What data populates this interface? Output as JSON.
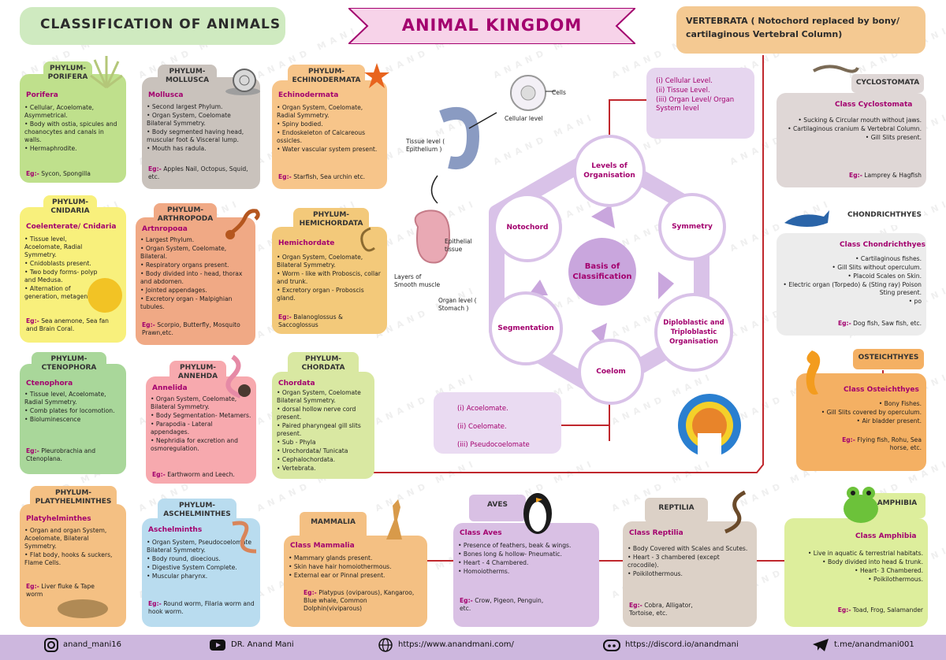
{
  "header": {
    "left": "CLASSIFICATION OF ANIMALS",
    "title": "ANIMAL KINGDOM",
    "right": "VERTEBRATA ( Notochord replaced by bony/ cartilaginous Vertebral Column)"
  },
  "watermark": "ANAND MANI",
  "phyla": {
    "porifera": {
      "tab": "PHYLUM- PORIFERA",
      "title": "Porifera",
      "items": [
        "Cellular, Acoelomate, Asymmetrical.",
        "Body with ostia, spicules and choanocytes and canals in walls.",
        "Hermaphrodite."
      ],
      "eg": "Sycon, Spongilla"
    },
    "mollusca": {
      "tab": "PHYLUM- MOLLUSCA",
      "title": "Mollusca",
      "items": [
        "Second largest Phylum.",
        "Organ System, Coelomate Bilateral Symmetry.",
        "Body segmented having head, muscular foot & Visceral lump.",
        "Mouth has radula."
      ],
      "eg": "Apples Nail, Octopus, Squid, etc."
    },
    "echinodermata": {
      "tab": "PHYLUM- ECHINODERMATA",
      "title": "Echinodermata",
      "items": [
        "Organ System, Coelomate, Radial Symmetry.",
        "Spiny bodied.",
        "Endoskeleton of Calcareous ossicles.",
        "Water vascular system present."
      ],
      "eg": "Starfish, Sea urchin etc."
    },
    "cnidaria": {
      "tab": "PHYLUM- CNIDARIA",
      "title": "Coelenterate/ Cnidaria",
      "items": [
        "Tissue level, Acoelomate, Radial Symmetry.",
        "Cnidoblasts present.",
        "Two body forms- polyp and Medusa.",
        "Alternation of generation, metagenesis."
      ],
      "eg": "Sea anemone, Sea fan and Brain Coral."
    },
    "arthropoda": {
      "tab": "PHYLUM- ARTHROPODA",
      "title": "Arthropoda",
      "items": [
        "Largest Phylum.",
        "Organ System, Coelomate, Bilateral.",
        "Respiratory organs present.",
        "Body divided into - head, thorax and abdomen.",
        "Jointed appendages.",
        "Excretory organ - Malpighian tubules."
      ],
      "eg": "Scorpio, Butterfly, Mosquito Prawn,etc."
    },
    "hemichordata": {
      "tab": "PHYLUM- HEMICHORDATA",
      "title": "Hemichordate",
      "items": [
        "Organ System, Coelomate, Bilateral Symmetry.",
        "Worm - like with Proboscis, collar and trunk.",
        "Excretory organ - Proboscis gland."
      ],
      "eg": "Balanoglossus & Saccoglossus"
    },
    "ctenophora": {
      "tab": "PHYLUM- CTENOPHORA",
      "title": "Ctenophora",
      "items": [
        "Tissue level, Acoelomate, Radial Symmetry.",
        "Comb plates for locomotion.",
        "Bioluminescence"
      ],
      "eg": "Pleurobrachia and Ctenoplana."
    },
    "annelida": {
      "tab": "PHYLUM- ANNEHDA",
      "title": "Annelida",
      "items": [
        "Organ System, Coelomate, Bilateral Symmetry.",
        "Body Segmentation- Metamers.",
        "Parapodia - Lateral appendages.",
        "Nephridia for excretion and osmoregulation."
      ],
      "eg": "Earthworm and Leech."
    },
    "chordata": {
      "tab": "PHYLUM- CHORDATA",
      "title": "Chordata",
      "items": [
        "Organ System, Coelomate Bilateral Symmetry.",
        "dorsal hollow nerve cord present.",
        "Paired pharyngeal gill slits present.",
        "Sub - Phyla",
        "Urochordata/ Tunicata",
        "Cephalochordata.",
        "Vertebrata."
      ],
      "eg": ""
    },
    "platyhelminthes": {
      "tab": "PHYLUM- PLATYHELMINTHES",
      "title": "Platyhelminthes",
      "items": [
        "Organ and organ System, Acoelomate, Bilateral Symmetry.",
        "Flat body, hooks & suckers, Flame Cells."
      ],
      "eg": "Liver fluke & Tape worm"
    },
    "aschelminthes": {
      "tab": "PHYLUM- ASCHELMINTHES",
      "title": "Aschelminths",
      "items": [
        "Organ System, Pseudocoelomate Bilateral Symmetry.",
        "Body round, dioecious.",
        "Digestive System Complete.",
        "Muscular pharynx."
      ],
      "eg": "Round worm, Filaria worm and hook worm."
    }
  },
  "classes": {
    "mammalia": {
      "tab": "MAMMALIA",
      "title": "Class Mammalia",
      "items": [
        "Mammary glands present.",
        "Skin have hair homoiothermous.",
        "External ear or Pinnal present."
      ],
      "eg": "Platypus (oviparous), Kangaroo, Blue whale, Common Dolphin(viviparous)"
    },
    "aves": {
      "tab": "AVES",
      "title": "Class Aves",
      "items": [
        "Presence of feathers, beak & wings.",
        "Bones long & hollow- Pneumatic.",
        "Heart - 4 Chambered.",
        "Homoiotherms."
      ],
      "eg": "Crow, Pigeon, Penguin, etc."
    },
    "reptilia": {
      "tab": "REPTILIA",
      "title": "Class Reptilia",
      "items": [
        "Body Covered with Scales and Scutes.",
        "Heart - 3 chambered (except crocodile).",
        "Poikilothermous."
      ],
      "eg": "Cobra, Alligator, Tortoise, etc."
    },
    "amphibia": {
      "tab": "AMPHIBIA",
      "title": "Class Amphibia",
      "items": [
        "Live in aquatic & terrestrial habitats.",
        "Body divided into head & trunk.",
        "Heart- 3 Chambered.",
        "Poikilothermous."
      ],
      "eg": "Toad, Frog, Salamander"
    },
    "cyclostomata": {
      "tab": "CYCLOSTOMATA",
      "title": "Class Cyclostomata",
      "items": [
        "Sucking & Circular mouth without jaws.",
        "Cartilaginous cranium & Vertebral Column.",
        "Gill Slits present."
      ],
      "eg": "Lamprey & Hagfish"
    },
    "chondrichthyes": {
      "tab": "CHONDRICHTHYES",
      "title": "Class Chondrichthyes",
      "items": [
        "Cartilaginous fishes.",
        "Gill Slits without operculum.",
        "Placoid Scales on Skin.",
        "Electric organ (Torpedo) & (Sting ray) Poison Sting present.",
        "po"
      ],
      "eg": "Dog fish, Saw fish, etc."
    },
    "osteichthyes": {
      "tab": "OSTEICHTHYES",
      "title": "Class Osteichthyes",
      "items": [
        "Bony Fishes.",
        "Gill Slits covered by operculum.",
        "Air bladder present."
      ],
      "eg": "Flying fish, Rohu, Sea horse, etc."
    }
  },
  "eg_label": "Eg:-",
  "levels": {
    "items": [
      "(i) Cellular Level.",
      "(ii) Tissue Level.",
      "(iii) Organ Level/ Organ System level"
    ]
  },
  "coelom_box": {
    "items": [
      "(i) Acoelomate.",
      "(ii) Coelomate.",
      "(iii) Pseudocoelomate"
    ]
  },
  "diagram": {
    "center": "Basis of Classification",
    "nodes": {
      "levels": "Levels of Organisation",
      "symmetry": "Symmetry",
      "diplo": "Diploblastic and Triploblastic Organisation",
      "coelom": "Coelom",
      "segmentation": "Segmentation",
      "notochord": "Notochord"
    },
    "labels": {
      "cells": "Cells",
      "cellular": "Cellular level",
      "tissue": "Tissue level ( Epithelium )",
      "epithelial": "Epithelial tissue",
      "layers": "Layers of Smooth muscle",
      "organ": "Organ level ( Stomach )"
    }
  },
  "footer": {
    "instagram": "anand_mani16",
    "youtube": "DR. Anand Mani",
    "website": "https://www.anandmani.com/",
    "discord": "https://discord.io/anandmani",
    "telegram": "t.me/anandmani001"
  },
  "colors": {
    "accent": "#a3006e",
    "porifera": "#bfe08c",
    "mollusca": "#c9c2bc",
    "echinodermata": "#f7c58a",
    "cnidaria": "#f8f07c",
    "arthropoda": "#f0a985",
    "hemichordata": "#f3c97a",
    "ctenophora": "#a9d79a",
    "annelida": "#f7a9ae",
    "chordata": "#d9e8a2",
    "platyhelminthes": "#f4c083",
    "aschelminthes": "#b9dcef",
    "mammalia": "#f4c083",
    "aves": "#d9c0e4",
    "reptilia": "#dcd1c7",
    "amphibia": "#ddee9c",
    "vertebrata": "#dfd7d6",
    "osteichthyes": "#f4b063",
    "purple": "#c9a6dd",
    "red_line": "#c0272d"
  }
}
